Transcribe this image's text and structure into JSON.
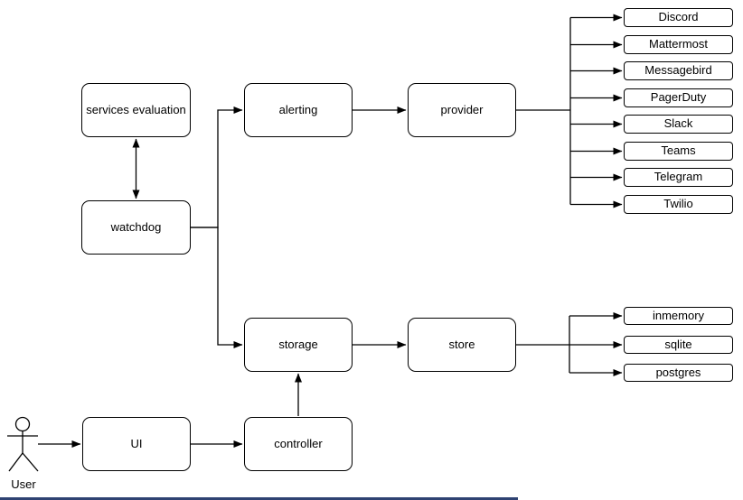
{
  "diagram": {
    "nodes": {
      "services_evaluation": "services evaluation",
      "watchdog": "watchdog",
      "alerting": "alerting",
      "provider": "provider",
      "storage": "storage",
      "store": "store",
      "ui": "UI",
      "controller": "controller"
    },
    "providers": [
      "Discord",
      "Mattermost",
      "Messagebird",
      "PagerDuty",
      "Slack",
      "Teams",
      "Telegram",
      "Twilio"
    ],
    "stores": [
      "inmemory",
      "sqlite",
      "postgres"
    ],
    "actor": {
      "label": "User"
    },
    "colors": {
      "stroke": "#000000",
      "node_fill": "#ffffff",
      "scrollbar": "#2e4272"
    }
  }
}
